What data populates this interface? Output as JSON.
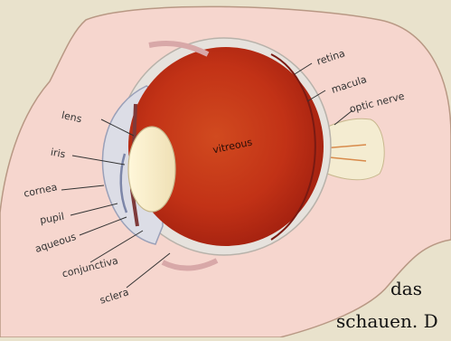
{
  "diagram": {
    "labels": {
      "lens": "lens",
      "iris": "iris",
      "cornea": "cornea",
      "pupil": "pupil",
      "aqueous": "aqueous",
      "conjunctiva": "conjunctiva",
      "sclera": "sclera",
      "vitreous": "vitreous",
      "retina": "retina",
      "macula": "macula",
      "optic_nerve": "optic nerve"
    }
  },
  "page_text": {
    "line1": "das",
    "line2": "schauen. D"
  }
}
